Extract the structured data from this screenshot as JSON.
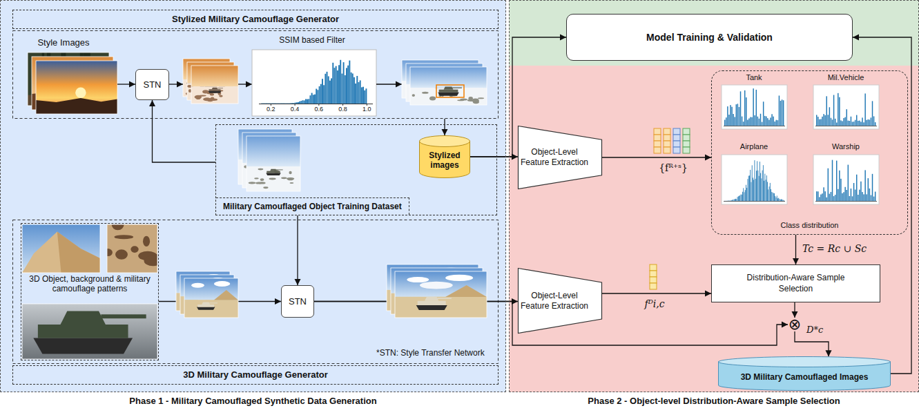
{
  "diagram": {
    "nodes": [
      {
        "text": [
          "Phase 1 - Military Camouflaged Synthetic Data Generation"
        ]
      },
      {
        "text": [
          "Stylized Military Camouflage Generator"
        ],
        "in": 0
      },
      {
        "text": [
          "STN"
        ],
        "in": 1
      },
      {
        "text": [
          "Stylized images"
        ],
        "in": 0
      },
      {
        "text": [
          "Military Camouflaged Object Training Dataset"
        ],
        "in": 0
      },
      {
        "text": [
          "3D Military Camouflage Generator"
        ],
        "in": 0
      },
      {
        "text": [
          "3D Object, background & military camouflage patterns"
        ],
        "in": 5
      },
      {
        "text": [
          "STN"
        ],
        "in": 5
      },
      {
        "text": [
          "Phase 2 - Object-level Distribution-Aware Sample Selection"
        ]
      },
      {
        "text": [
          "Model Training & Validation"
        ],
        "in": 8
      },
      {
        "text": [
          "Object-Level Feature Extraction"
        ],
        "in": 8
      },
      {
        "text": [
          "Class distribution"
        ],
        "in": 8
      },
      {
        "text": [
          "Object-Level Feature Extraction"
        ],
        "in": 8
      },
      {
        "text": [
          "Distribution-Aware Sample Selection"
        ],
        "in": 8
      },
      {
        "text": [
          "⊗"
        ],
        "in": 8
      },
      {
        "text": [
          "3D Military Camouflaged Images"
        ],
        "in": 8
      }
    ],
    "edges": [
      {
        "from": 1,
        "to": 3,
        "arrow": "to"
      },
      {
        "from": 4,
        "to": 2,
        "arrow": "to"
      },
      {
        "from": 4,
        "to": 7,
        "arrow": "to"
      },
      {
        "from": 6,
        "to": 7,
        "arrow": "to"
      },
      {
        "from": 7,
        "to": 12,
        "arrow": "to"
      },
      {
        "from": 7,
        "to": 14,
        "arrow": "to"
      },
      {
        "from": 3,
        "to": 10,
        "arrow": "to"
      },
      {
        "from": 3,
        "to": 9,
        "arrow": "to"
      },
      {
        "from": 10,
        "to": 11,
        "arrow": "to"
      },
      {
        "from": 11,
        "to": 13,
        "arrow": "to"
      },
      {
        "from": 12,
        "to": 13,
        "arrow": "to"
      },
      {
        "from": 13,
        "to": 14,
        "arrow": "to"
      },
      {
        "from": 14,
        "to": 15,
        "arrow": "to"
      },
      {
        "from": 15,
        "to": 9,
        "arrow": "to"
      }
    ],
    "labels": [
      "Style Images",
      "SSIM based Filter",
      "0.2",
      "0.4",
      "0.6",
      "0.8",
      "1.0",
      "*STN: Style Transfer Network",
      "{fᴿ⁺ˢ}",
      "Tank",
      "Mil.Vehicle",
      "Airplane",
      "Warship",
      "Tc = Rc ∪ Sc",
      "fᴰi,c",
      "D*c"
    ]
  }
}
